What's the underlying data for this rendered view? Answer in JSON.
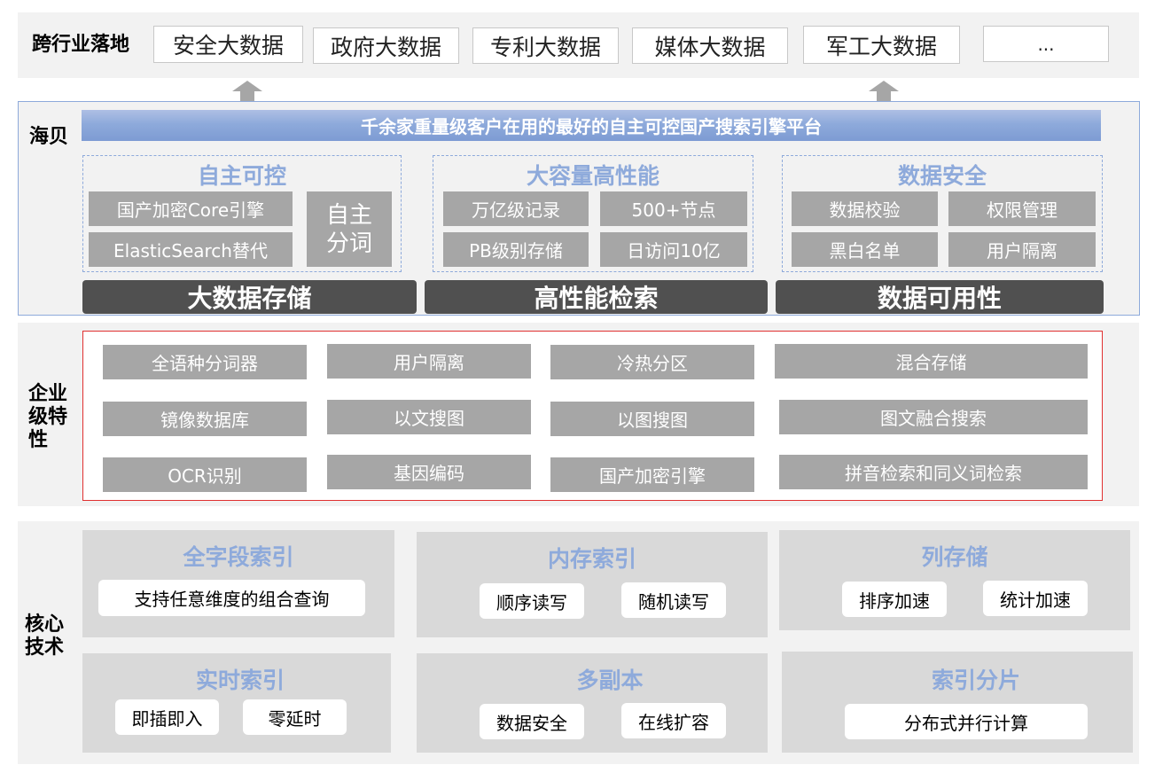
{
  "industry": {
    "label": "跨行业落地",
    "items": [
      "安全大数据",
      "政府大数据",
      "专利大数据",
      "媒体大数据",
      "军工大数据",
      "..."
    ]
  },
  "haibei": {
    "label": "海贝",
    "banner": "千余家重量级客户在用的最好的自主可控国产搜索引擎平台",
    "panels": [
      {
        "title": "自主可控",
        "boxes": [
          "国产加密Core引擎",
          "ElasticSearch替代",
          "自主分词"
        ]
      },
      {
        "title": "大容量高性能",
        "boxes": [
          "万亿级记录",
          "500+节点",
          "PB级别存储",
          "日访问10亿"
        ]
      },
      {
        "title": "数据安全",
        "boxes": [
          "数据校验",
          "权限管理",
          "黑白名单",
          "用户隔离"
        ]
      }
    ],
    "bars": [
      "大数据存储",
      "高性能检索",
      "数据可用性"
    ]
  },
  "enterprise": {
    "label": "企业级特性",
    "label_lines": [
      "企业",
      "级特",
      "性"
    ],
    "items": [
      "全语种分词器",
      "用户隔离",
      "冷热分区",
      "混合存储",
      "镜像数据库",
      "以文搜图",
      "以图搜图",
      "图文融合搜索",
      "OCR识别",
      "基因编码",
      "国产加密引擎",
      "拼音检索和同义词检索"
    ]
  },
  "core": {
    "label": "核心技术",
    "label_lines": [
      "核心",
      "技术"
    ],
    "cards": [
      {
        "title": "全字段索引",
        "pills": [
          "支持任意维度的组合查询"
        ]
      },
      {
        "title": "内存索引",
        "pills": [
          "顺序读写",
          "随机读写"
        ]
      },
      {
        "title": "列存储",
        "pills": [
          "排序加速",
          "统计加速"
        ]
      },
      {
        "title": "实时索引",
        "pills": [
          "即插即入",
          "零延时"
        ]
      },
      {
        "title": "多副本",
        "pills": [
          "数据安全",
          "在线扩容"
        ]
      },
      {
        "title": "索引分片",
        "pills": [
          "分布式并行计算"
        ]
      }
    ]
  },
  "colors": {
    "accent_blue": "#8eaadb",
    "grey_box": "#a6a6a6",
    "dark_bar": "#505050",
    "red_border": "#e03030",
    "band_bg": "#f2f2f2",
    "card_bg": "#d9d9d9"
  }
}
